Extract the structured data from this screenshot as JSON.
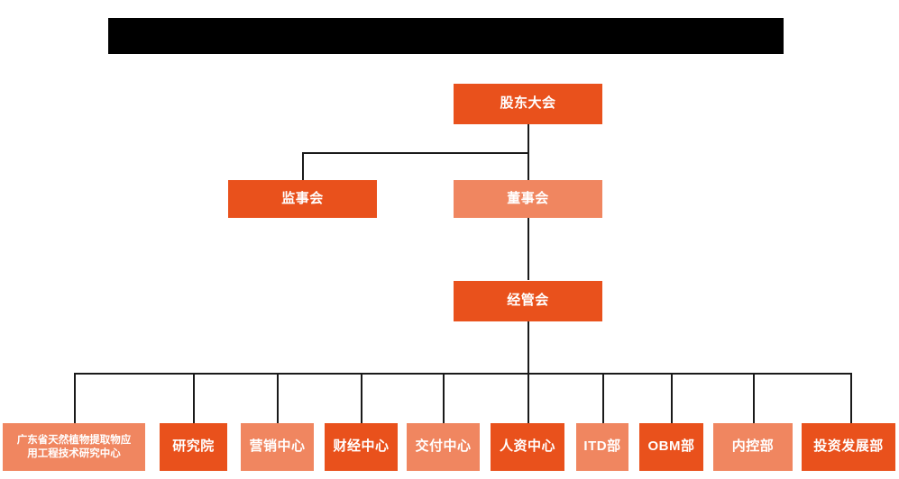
{
  "banner": {
    "name": "redacted-title-bar",
    "text": "",
    "color": "#000000"
  },
  "palette": {
    "primary_orange": "#E9511C",
    "secondary_salmon": "#F08660",
    "connector": "#1a1a1a",
    "background": "#FFFFFF",
    "text": "#FFFFFF"
  },
  "chart_data": {
    "type": "org-chart",
    "title": "",
    "orientation": "top-down",
    "levels": [
      {
        "level": 1,
        "nodes": [
          {
            "id": "shareholders",
            "label": "股东大会",
            "style": "primary"
          }
        ]
      },
      {
        "level": 2,
        "nodes": [
          {
            "id": "supervisors",
            "label": "监事会",
            "style": "primary"
          },
          {
            "id": "board",
            "label": "董事会",
            "style": "secondary"
          }
        ]
      },
      {
        "level": 3,
        "nodes": [
          {
            "id": "management",
            "label": "经管会",
            "style": "primary"
          }
        ]
      },
      {
        "level": 4,
        "nodes": [
          {
            "id": "gd-research-center",
            "label": "广东省天然植物提取物应用工程技术研究中心",
            "label_line1": "广东省天然植物提取物应",
            "label_line2": "用工程技术研究中心",
            "style": "secondary"
          },
          {
            "id": "research-institute",
            "label": "研究院",
            "style": "primary"
          },
          {
            "id": "marketing-center",
            "label": "营销中心",
            "style": "secondary"
          },
          {
            "id": "finance-center",
            "label": "财经中心",
            "style": "primary"
          },
          {
            "id": "delivery-center",
            "label": "交付中心",
            "style": "secondary"
          },
          {
            "id": "hr-center",
            "label": "人资中心",
            "style": "primary"
          },
          {
            "id": "itd-dept",
            "label": "ITD部",
            "style": "secondary"
          },
          {
            "id": "obm-dept",
            "label": "OBM部",
            "style": "primary"
          },
          {
            "id": "internal-control-dept",
            "label": "内控部",
            "style": "secondary"
          },
          {
            "id": "investment-development-dept",
            "label": "投资发展部",
            "style": "primary"
          }
        ]
      }
    ],
    "edges": [
      {
        "from": "shareholders",
        "to": "supervisors"
      },
      {
        "from": "shareholders",
        "to": "board"
      },
      {
        "from": "board",
        "to": "management"
      },
      {
        "from": "management",
        "to": "gd-research-center"
      },
      {
        "from": "management",
        "to": "research-institute"
      },
      {
        "from": "management",
        "to": "marketing-center"
      },
      {
        "from": "management",
        "to": "finance-center"
      },
      {
        "from": "management",
        "to": "delivery-center"
      },
      {
        "from": "management",
        "to": "hr-center"
      },
      {
        "from": "management",
        "to": "itd-dept"
      },
      {
        "from": "management",
        "to": "obm-dept"
      },
      {
        "from": "management",
        "to": "internal-control-dept"
      },
      {
        "from": "management",
        "to": "investment-development-dept"
      }
    ]
  }
}
